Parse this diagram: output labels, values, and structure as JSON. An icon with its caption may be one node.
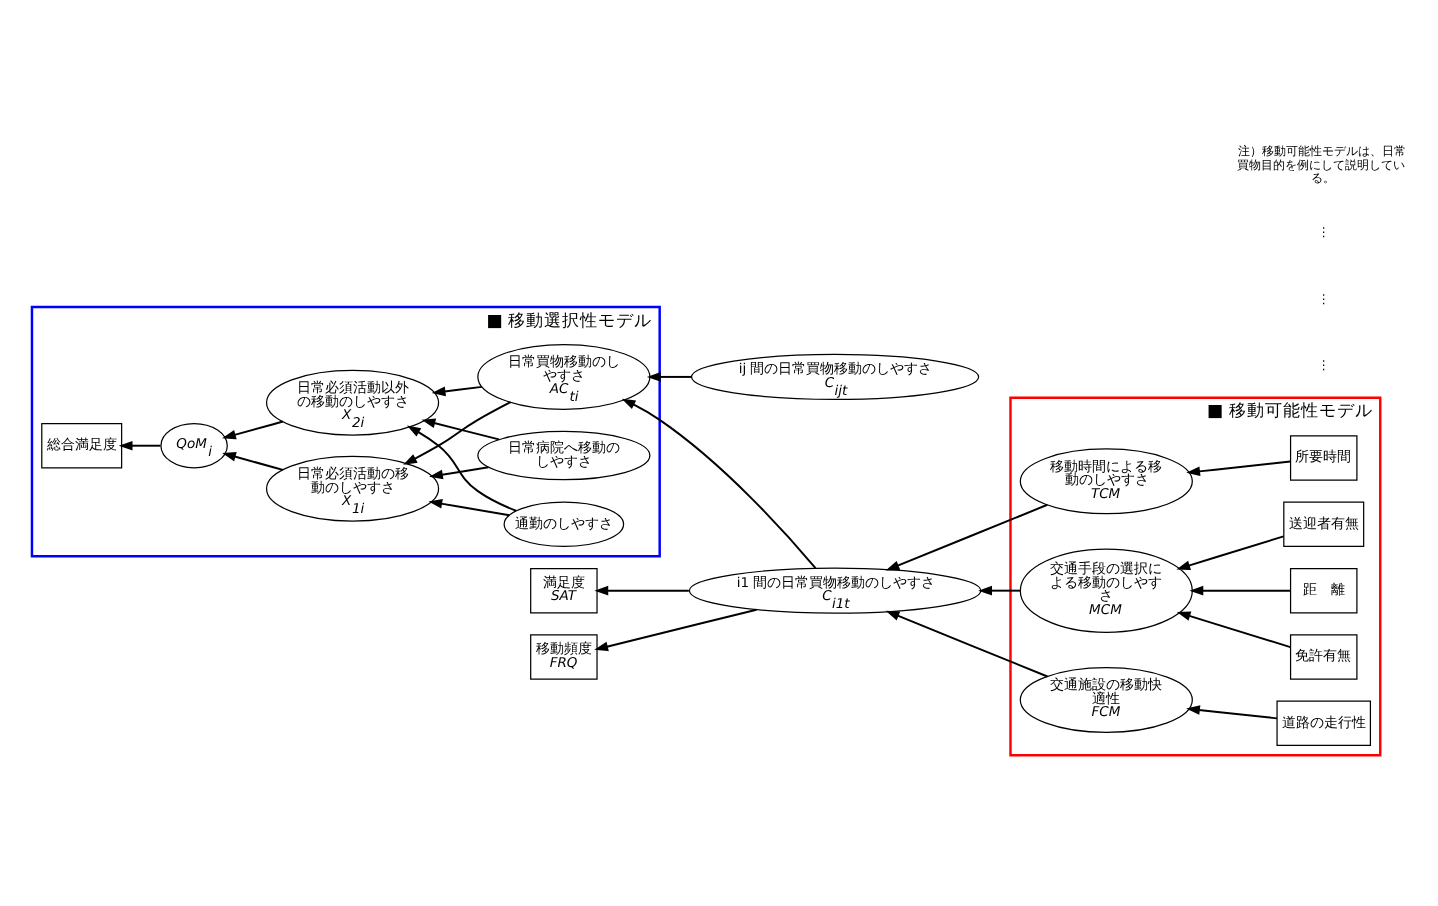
{
  "diagram": {
    "nodes": [
      {
        "text": [
          "■ 移動選択性モデル"
        ]
      },
      {
        "text": [
          "総合満足度"
        ],
        "in": 0
      },
      {
        "text": [
          "QoM$_{i}$"
        ],
        "in": 0
      },
      {
        "text": [
          "日常必須活動の移動のしやすさ",
          "X$_{1i}$"
        ],
        "in": 0
      },
      {
        "text": [
          "日常買物移動のしやすさ",
          "AC$_{ti}$"
        ],
        "in": 0
      },
      {
        "text": [
          "日常病院へ移動のしやすさ"
        ],
        "in": 0
      },
      {
        "text": [
          "日常必須活動以外の移動のしやすさ",
          "X$_{2i}$"
        ],
        "in": 0
      },
      {
        "text": [
          "通勤のしやすさ"
        ],
        "in": 0
      },
      {
        "text": [
          "■ 移動可能性モデル"
        ]
      },
      {
        "text": [
          "満足度",
          "SAT"
        ]
      },
      {
        "text": [
          "移動頻度",
          "FRQ"
        ]
      },
      {
        "text": [
          "i1 間の日常買物移動のしやすさ",
          "C$_{i1t}$"
        ]
      },
      {
        "text": [
          "ij 間の日常買物移動のしやすさ",
          "C$_{ijt}$"
        ]
      },
      {
        "text": [
          "移動時間による移動のしやすさ",
          "TCM"
        ],
        "in": 8
      },
      {
        "text": [
          "所要時間"
        ],
        "in": 8
      },
      {
        "text": [
          "交通手段の選択による移動のしやすさ",
          "MCM"
        ],
        "in": 8
      },
      {
        "text": [
          "距　離"
        ],
        "in": 8
      },
      {
        "text": [
          "免許有無"
        ],
        "in": 8
      },
      {
        "text": [
          "送迎者有無"
        ],
        "in": 8
      },
      {
        "text": [
          "交通施設の移動快適性",
          "FCM"
        ],
        "in": 8
      },
      {
        "text": [
          "道路の走行性"
        ],
        "in": 8
      }
    ],
    "edges": [
      {
        "from": 2,
        "to": 1,
        "arrow": "to"
      },
      {
        "from": 3,
        "to": 2,
        "arrow": "to"
      },
      {
        "from": 6,
        "to": 2,
        "arrow": "to"
      },
      {
        "from": 4,
        "to": 3,
        "arrow": "to"
      },
      {
        "from": 4,
        "to": 6,
        "arrow": "to"
      },
      {
        "from": 5,
        "to": 3,
        "arrow": "to"
      },
      {
        "from": 5,
        "to": 6,
        "arrow": "to"
      },
      {
        "from": 7,
        "to": 3,
        "arrow": "to"
      },
      {
        "from": 7,
        "to": 6,
        "arrow": "to"
      },
      {
        "from": 11,
        "to": 4,
        "arrow": "to"
      },
      {
        "from": 12,
        "to": 4,
        "arrow": "to"
      },
      {
        "from": 11,
        "to": 9,
        "arrow": "to"
      },
      {
        "from": 11,
        "to": 10,
        "arrow": "to"
      },
      {
        "from": 13,
        "to": 11,
        "arrow": "to"
      },
      {
        "from": 15,
        "to": 11,
        "arrow": "to"
      },
      {
        "from": 19,
        "to": 11,
        "arrow": "to"
      },
      {
        "from": 14,
        "to": 13,
        "arrow": "to"
      },
      {
        "from": 16,
        "to": 15,
        "arrow": "to"
      },
      {
        "from": 17,
        "to": 15,
        "arrow": "to"
      },
      {
        "from": 18,
        "to": 15,
        "arrow": "to"
      },
      {
        "from": 20,
        "to": 19,
        "arrow": "to"
      }
    ],
    "labels": [
      "⋮",
      "⋮",
      "⋮",
      "注）移動可能性モデルは、日常買物目的を例にして説明している。"
    ]
  }
}
